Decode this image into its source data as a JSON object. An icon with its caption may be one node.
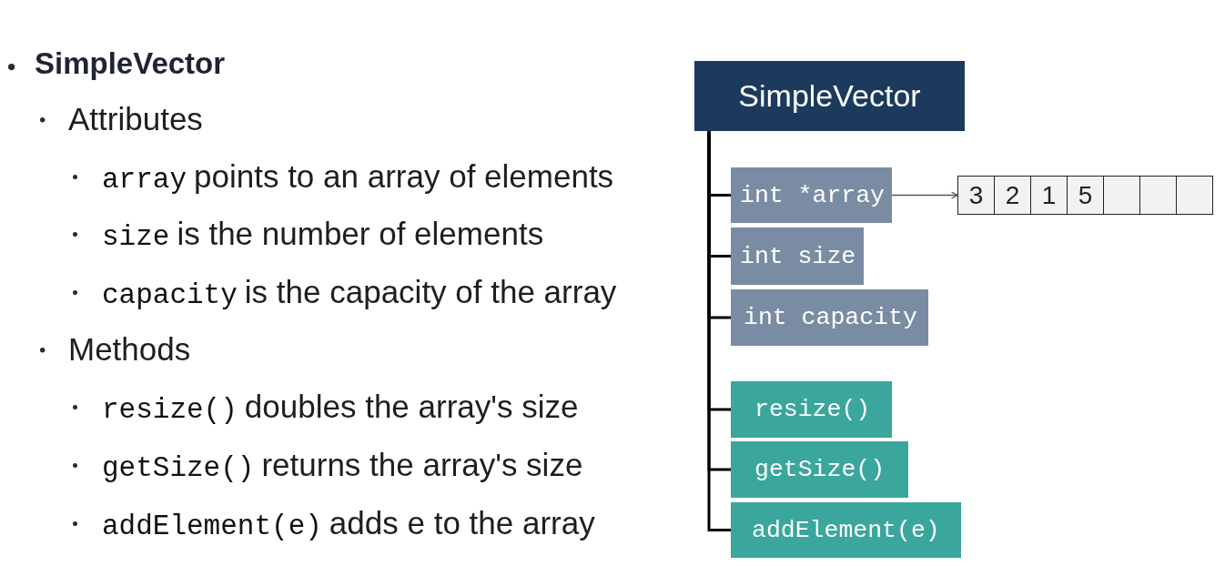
{
  "diagram": {
    "nodes": [
      {
        "text": [
          "SimpleVector"
        ]
      },
      {
        "text": [
          "int *array"
        ]
      },
      {
        "text": [
          "int size"
        ]
      },
      {
        "text": [
          "int capacity"
        ]
      },
      {
        "text": [
          "resize()"
        ]
      },
      {
        "text": [
          "getSize()"
        ]
      },
      {
        "text": [
          "addElement(e)"
        ]
      },
      {
        "text": [],
        "shape": "box"
      },
      {
        "text": [
          "3"
        ],
        "in": 7
      },
      {
        "text": [
          "2"
        ],
        "in": 7
      },
      {
        "text": [
          "1"
        ],
        "in": 7
      },
      {
        "text": [
          "5"
        ],
        "in": 7
      }
    ],
    "edges": [
      {
        "from": 0,
        "to": 1,
        "arrow": "none"
      },
      {
        "from": 0,
        "to": 2,
        "arrow": "none"
      },
      {
        "from": 0,
        "to": 3,
        "arrow": "none"
      },
      {
        "from": 0,
        "to": 4,
        "arrow": "none"
      },
      {
        "from": 0,
        "to": 5,
        "arrow": "none"
      },
      {
        "from": 0,
        "to": 6,
        "arrow": "none"
      },
      {
        "from": 1,
        "to": 7,
        "arrow": "to",
        "color": "#555555"
      }
    ],
    "labels": [
      "SimpleVector",
      "Attributes",
      "array",
      "points to an array of elements",
      "size",
      "is the number of elements",
      "capacity",
      "is the capacity of the array",
      "Methods",
      "resize()",
      "doubles the array's size",
      "getSize()",
      "returns the array's size",
      "addElement(e)",
      "adds e to the array"
    ]
  }
}
